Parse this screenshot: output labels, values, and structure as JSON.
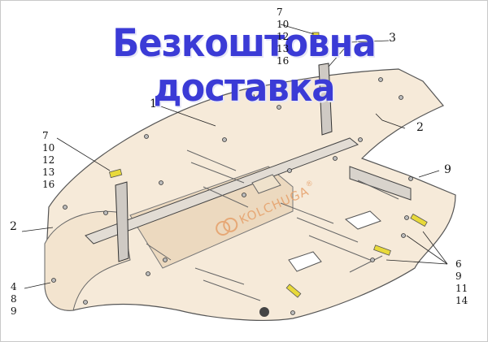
{
  "banner": {
    "text": "Безкоштовна доставка",
    "color": "#3b3bd6"
  },
  "brand": {
    "text": "KOLCHUGA",
    "registered": "®",
    "color": "#e6a06a"
  },
  "callouts": [
    {
      "id": "top",
      "label": "7\n10\n12\n13\n16"
    },
    {
      "id": "p3",
      "label": "3"
    },
    {
      "id": "p1",
      "label": "1"
    },
    {
      "id": "p2-right",
      "label": "2"
    },
    {
      "id": "left",
      "label": "7\n10\n12\n13\n16"
    },
    {
      "id": "p9",
      "label": "9"
    },
    {
      "id": "p2-left",
      "label": "2"
    },
    {
      "id": "bottom-left",
      "label": "4\n8\n9"
    },
    {
      "id": "bottom-right",
      "label": "6\n9\n11\n14"
    }
  ],
  "colors": {
    "plate_fill": "#f6ead9",
    "plate_stroke": "#555555",
    "bolt_yellow": "#e8d93a"
  }
}
